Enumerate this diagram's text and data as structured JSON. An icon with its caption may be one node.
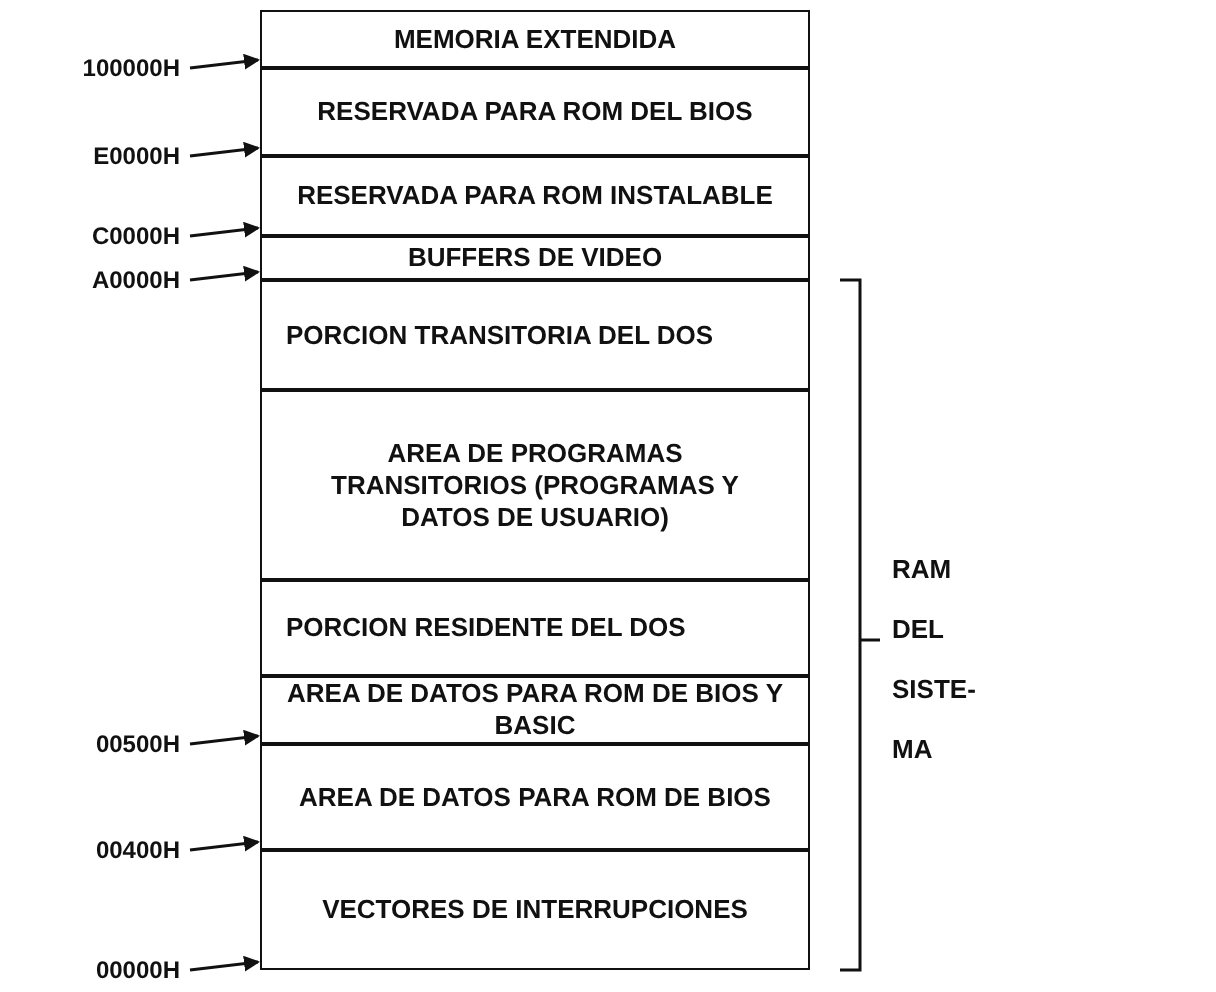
{
  "diagram": {
    "nodes": [
      {
        "text": [
          "MEMORIA EXTENDIDA"
        ]
      },
      {
        "text": [
          "RESERVADA PARA ROM DEL BIOS"
        ]
      },
      {
        "text": [
          "RESERVADA PARA ROM INSTALABLE"
        ]
      },
      {
        "text": [
          "BUFFERS DE VIDEO"
        ]
      },
      {
        "text": [
          "PORCION TRANSITORIA DEL DOS"
        ]
      },
      {
        "text": [
          "AREA DE PROGRAMAS TRANSITORIOS (PROGRAMAS Y DATOS DE USUARIO)"
        ]
      },
      {
        "text": [
          "PORCION RESIDENTE DEL DOS"
        ]
      },
      {
        "text": [
          "AREA DE DATOS PARA ROM DE BIOS Y BASIC"
        ]
      },
      {
        "text": [
          "AREA DE DATOS PARA ROM DE BIOS"
        ]
      },
      {
        "text": [
          "VECTORES DE INTERRUPCIONES"
        ]
      },
      {
        "text": [
          "100000H"
        ]
      },
      {
        "text": [
          "E0000H"
        ]
      },
      {
        "text": [
          "C0000H"
        ]
      },
      {
        "text": [
          "A0000H"
        ]
      },
      {
        "text": [
          "00500H"
        ]
      },
      {
        "text": [
          "00400H"
        ]
      },
      {
        "text": [
          "00000H"
        ]
      }
    ],
    "edges": [
      {
        "from": 10,
        "to": 0,
        "arrow": "to"
      },
      {
        "from": 11,
        "to": 1,
        "arrow": "to"
      },
      {
        "from": 12,
        "to": 2,
        "arrow": "to"
      },
      {
        "from": 13,
        "to": 3,
        "arrow": "to"
      },
      {
        "from": 14,
        "to": 7,
        "arrow": "to"
      },
      {
        "from": 15,
        "to": 8,
        "arrow": "to"
      },
      {
        "from": 16,
        "to": 9,
        "arrow": "to"
      }
    ],
    "labels": [
      "RAM DEL SISTE-MA"
    ]
  }
}
